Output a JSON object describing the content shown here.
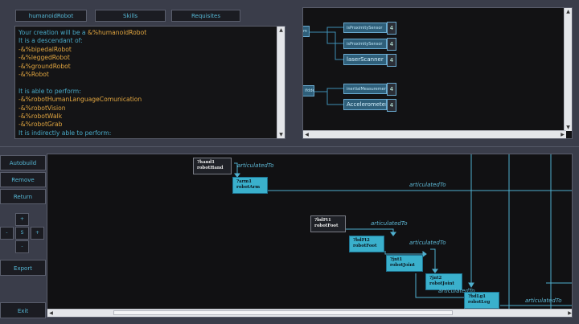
{
  "top_tabs": [
    "humanoidRobot",
    "Skills",
    "Requisites"
  ],
  "description_lines": [
    {
      "text": "Your creation will be a ",
      "highlight": "&%humanoidRobot",
      "color": "cyan"
    },
    {
      "text": "It is a descendant of:",
      "color": "cyan"
    },
    {
      "text": "-&%bipedalRobot",
      "color": "orange"
    },
    {
      "text": "-&%leggedRobot",
      "color": "orange"
    },
    {
      "text": "-&%groundRobot",
      "color": "orange"
    },
    {
      "text": "-&%Robot",
      "color": "orange"
    },
    {
      "text": "",
      "color": "cyan"
    },
    {
      "text": "It is able to perform:",
      "color": "cyan"
    },
    {
      "text": "-&%robotHumanLanguageComunication",
      "color": "orange"
    },
    {
      "text": "-&%robotVision",
      "color": "orange"
    },
    {
      "text": "-&%robotWalk",
      "color": "orange"
    },
    {
      "text": "-&%robotGrab",
      "color": "orange"
    },
    {
      "text": "It is indirectly  able to perform:",
      "color": "cyan"
    }
  ],
  "preview": {
    "group1_parent": "m",
    "group1_children": [
      {
        "label": "isProximitySensor",
        "badge": "4"
      },
      {
        "label": "isProximitySensor",
        "badge": "4"
      },
      {
        "label": "laserScanner",
        "badge": "4"
      }
    ],
    "group2_parent": "ifdde",
    "group2_children": [
      {
        "label": "inertialMeasurementUnit",
        "badge": "4"
      },
      {
        "label": "Accelerometer",
        "badge": "4"
      }
    ]
  },
  "side_buttons": {
    "autobuild": "Autobuild",
    "remove": "Remove",
    "return": "Return",
    "export": "Export",
    "exit": "Exit"
  },
  "nav_pad": {
    "up": "+",
    "left": "-",
    "center": "S",
    "right": "+",
    "down": "-"
  },
  "diagram": {
    "nodes": [
      {
        "id": "?hand1",
        "type": "robotHand",
        "style": "dark"
      },
      {
        "id": "?arm1",
        "type": "robotArm",
        "style": "cyan"
      },
      {
        "id": "?bdFt1",
        "type": "robotFoot",
        "style": "dark"
      },
      {
        "id": "?bdFt2",
        "type": "robotFoot",
        "style": "cyan"
      },
      {
        "id": "?jnt1",
        "type": "robotJoint",
        "style": "cyan"
      },
      {
        "id": "?jnt2",
        "type": "robotJoint",
        "style": "cyan"
      },
      {
        "id": "?bdLg1",
        "type": "robotLeg",
        "style": "cyan"
      }
    ],
    "edge_label": "articulatedTo"
  },
  "colors": {
    "accent": "#56b8d6",
    "text_orange": "#e0a540",
    "node_fill": "#3ab0cc",
    "background": "#3a3d4a"
  }
}
